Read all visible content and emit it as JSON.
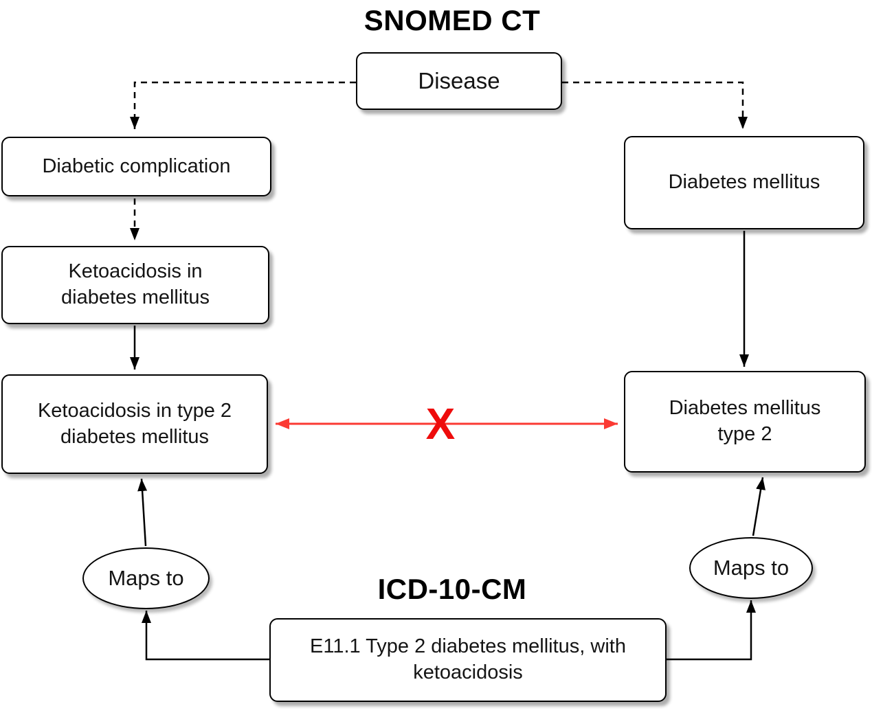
{
  "titles": {
    "snomed": "SNOMED CT",
    "icd": "ICD-10-CM"
  },
  "nodes": {
    "disease": {
      "label": "Disease"
    },
    "diabetic_complication": {
      "label": "Diabetic complication"
    },
    "ketoacidosis_dm": {
      "label": "Ketoacidosis in diabetes mellitus"
    },
    "ketoacidosis_t2dm": {
      "label": "Ketoacidosis in type 2 diabetes mellitus"
    },
    "diabetes_mellitus": {
      "label": "Diabetes mellitus"
    },
    "diabetes_mellitus_type2": {
      "label": "Diabetes mellitus type 2"
    },
    "icd_e111": {
      "label": "E11.1 Type 2 diabetes mellitus, with ketoacidosis"
    }
  },
  "connectors": {
    "maps_to_left": {
      "label": "Maps to"
    },
    "maps_to_right": {
      "label": "Maps to"
    },
    "mismatch": {
      "symbol": "X",
      "color": "#ee0c0c",
      "arrow_color": "#fb3a33"
    }
  },
  "colors": {
    "node_border": "#000000",
    "node_fill": "#ffffff",
    "text": "#141414"
  }
}
